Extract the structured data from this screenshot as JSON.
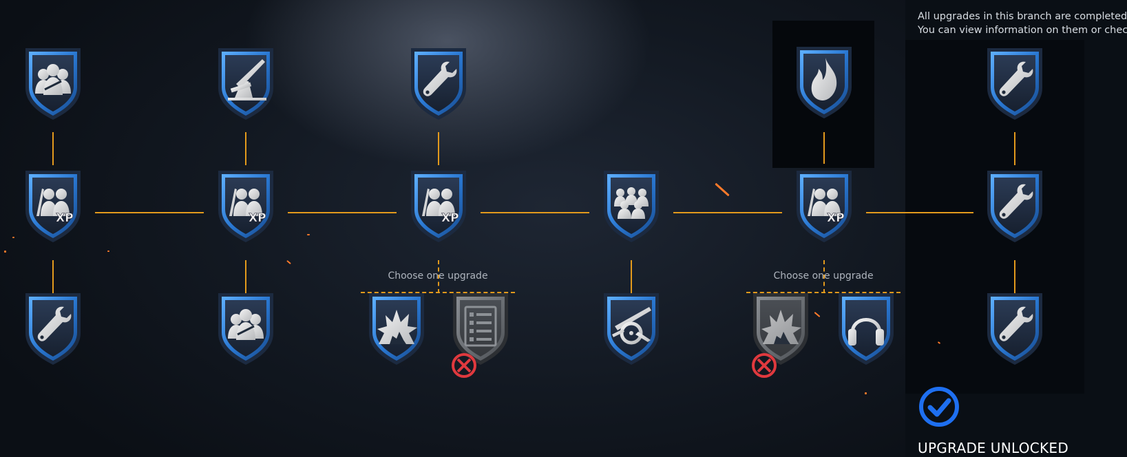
{
  "info_panel": {
    "line1": "All upgrades in this branch are completed.",
    "line2": "You can view information on them or check",
    "status": "UPGRADE UNLOCKED"
  },
  "choice_groups": [
    {
      "label": "Choose one upgrade"
    },
    {
      "label": "Choose one upgrade"
    }
  ],
  "upgrades": {
    "col1": {
      "top": "squad-icon",
      "mid": "squad-xp-icon",
      "bottom": "wrench-icon"
    },
    "col2": {
      "top": "artillery-gun-icon",
      "mid": "squad-xp-icon",
      "bottom": "squad-icon"
    },
    "col3": {
      "top": "wrench-icon",
      "mid": "squad-xp-icon",
      "bottom_a": "explosion-icon",
      "bottom_b": "checklist-icon"
    },
    "col4": {
      "mid": "large-squad-icon",
      "bottom": "field-cannon-icon"
    },
    "col5": {
      "top": "fire-icon",
      "mid": "squad-xp-icon",
      "bottom_a": "explosion-icon",
      "bottom_b": "headphones-icon"
    },
    "col6": {
      "top": "wrench-icon",
      "mid": "wrench-icon",
      "bottom": "wrench-icon"
    }
  },
  "colors": {
    "accent": "#e39a1c",
    "shield_active": "#2f7fd6",
    "shield_locked": "#5a5e63",
    "blocked": "#e0393e",
    "check": "#1e6ff0"
  }
}
